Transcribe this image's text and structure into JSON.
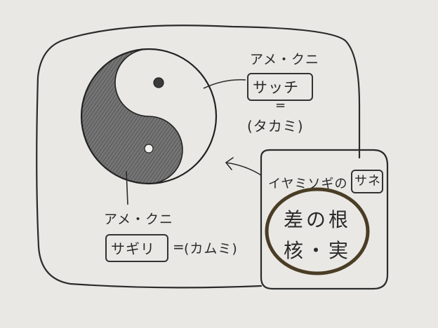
{
  "top_right": {
    "header": "アメ・クニ",
    "boxed": "サッチ",
    "equals": "=",
    "paren": "(タカミ)"
  },
  "bottom_left": {
    "header": "アメ・クニ",
    "boxed": "サギリ",
    "equals": "=",
    "paren": "(カムミ)"
  },
  "right_panel": {
    "title_prefix": "イヤミソギの",
    "title_boxed": "サネ",
    "circle_line1": "差の根",
    "circle_line2": "核・実"
  },
  "colors": {
    "paper": "#e9e8e4",
    "ink": "#2a2a2a",
    "yin_shade": "#6e6e6e",
    "circle_ring": "#4a3d25"
  }
}
